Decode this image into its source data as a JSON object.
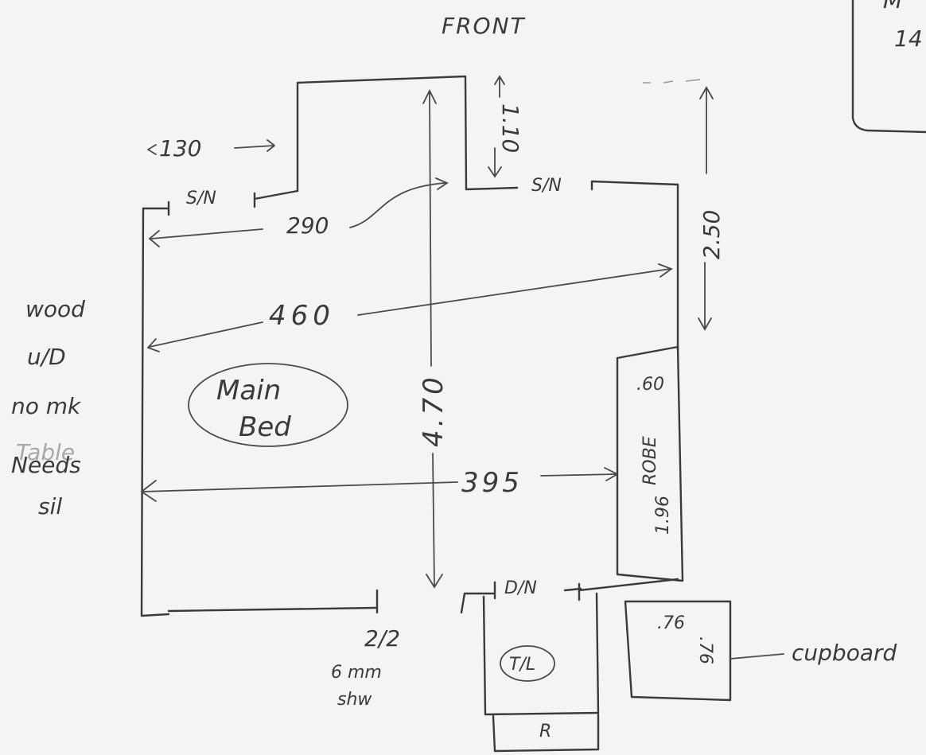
{
  "title": "FRONT",
  "room": {
    "label_line1": "Main",
    "label_line2": "Bed"
  },
  "dimensions": {
    "top_step_width": "130",
    "top_step_depth": "1.10",
    "right_upper": "2.50",
    "inner_width_upper": "290",
    "full_width": "460",
    "room_length": "4.70",
    "width_at_robe": "395",
    "robe_depth": ".60",
    "robe_length": "1.96",
    "cupboard_width": ".76",
    "cupboard_depth": ".76"
  },
  "labels": {
    "sn_left": "S/N",
    "sn_right": "S/N",
    "dn": "D/N",
    "robe": "ROBE",
    "toilet": "T/L",
    "room_r": "R",
    "cupboard": "cupboard",
    "two_two": "2/2",
    "bottom_note_line1": "6 mm",
    "bottom_note_line2": "shw"
  },
  "notes": {
    "line1": "wood",
    "line2": "u/D",
    "line3": "no mk",
    "line4": "Needs",
    "line5": "sil",
    "faint": "Table"
  },
  "corner": {
    "line1": "M",
    "line2": "14"
  }
}
